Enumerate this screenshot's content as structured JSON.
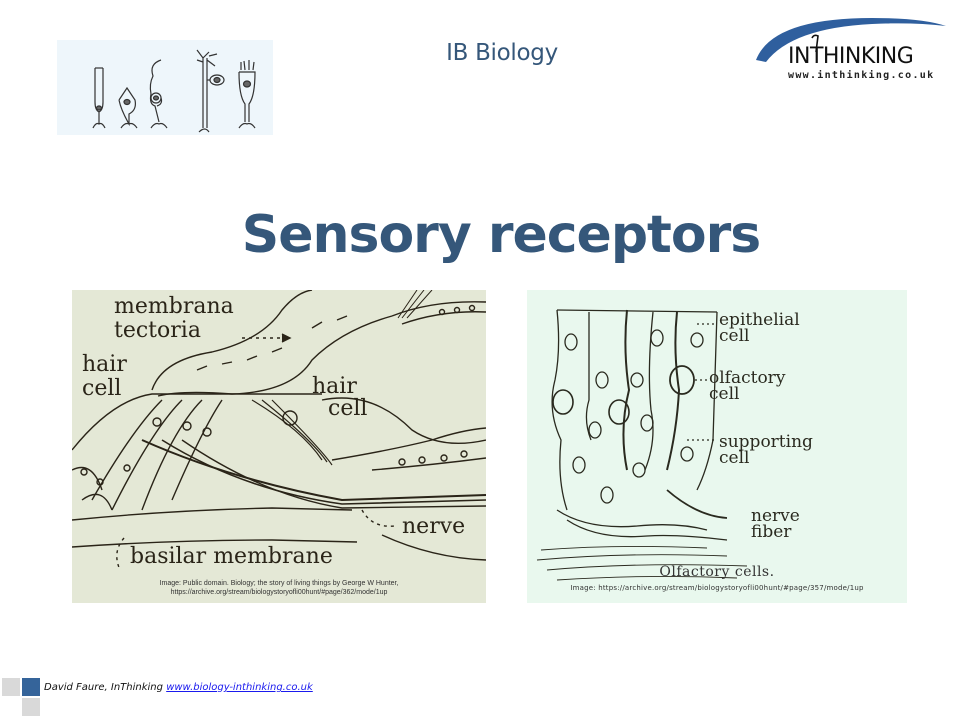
{
  "header": {
    "course_title": "IB Biology",
    "logo": {
      "wordmark": "INTHINKING",
      "url": "www.inthinking.co.uk",
      "accent_color": "#2f5f9e"
    },
    "thumbnail_icon": "sensory-cells-illustration"
  },
  "slide": {
    "title": "Sensory receptors",
    "title_color": "#35577a"
  },
  "figures": [
    {
      "id": "cochlea",
      "labels": {
        "membrana_1": "membrana",
        "membrana_2": "tectoria",
        "hair_cell_left_1": "hair",
        "hair_cell_left_2": "cell",
        "hair_cell_right_1": "hair",
        "hair_cell_right_2": "cell",
        "nerve": "nerve",
        "basilar": "basilar membrane"
      },
      "credit_line1": "Image: Public domain.  Biology; the story of living things by George W Hunter,",
      "credit_line2": "https://archive.org/stream/biologystoryofli00hunt/#page/362/mode/1up"
    },
    {
      "id": "olfactory",
      "labels": {
        "epithelial_1": "epithelial",
        "epithelial_2": "cell",
        "olfactory_1": "olfactory",
        "olfactory_2": "cell",
        "supporting_1": "supporting",
        "supporting_2": "cell",
        "nerve_1": "nerve",
        "nerve_2": "fiber"
      },
      "caption": "Olfactory cells.",
      "credit": "Image: https://archive.org/stream/biologystoryofli00hunt/#page/357/mode/1up"
    }
  ],
  "footer": {
    "author": "David Faure, InThinking ",
    "link_text": "www.biology-inthinking.co.uk"
  }
}
